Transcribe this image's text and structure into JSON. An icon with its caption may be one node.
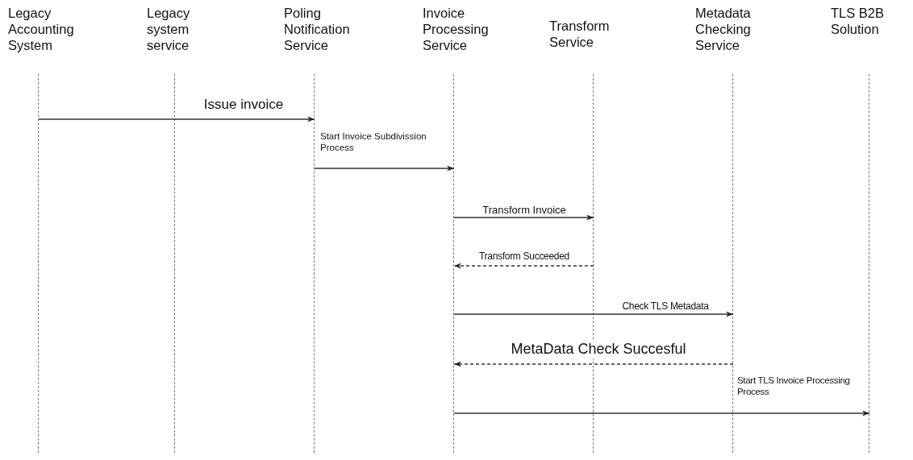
{
  "diagram": {
    "nodes": [
      {
        "text": [
          "Legacy Accounting System"
        ]
      },
      {
        "text": [
          "Legacy system service"
        ]
      },
      {
        "text": [
          "Poling Notification Service"
        ]
      },
      {
        "text": [
          "Invoice Processing Service"
        ]
      },
      {
        "text": [
          "Transform Service"
        ]
      },
      {
        "text": [
          "Metadata Checking Service"
        ]
      },
      {
        "text": [
          "TLS B2B Solution"
        ]
      }
    ],
    "edges": [
      {
        "from": 0,
        "to": 2,
        "arrow": "to",
        "label": "Issue invoice"
      },
      {
        "from": 2,
        "to": 3,
        "arrow": "to",
        "label": "Start Invoice Subdivission Process"
      },
      {
        "from": 3,
        "to": 4,
        "arrow": "to",
        "label": "Transform Invoice"
      },
      {
        "from": 4,
        "to": 3,
        "arrow": "to",
        "label": "Transform Succeeded",
        "style": "dashed"
      },
      {
        "from": 3,
        "to": 5,
        "arrow": "to",
        "label": "Check TLS Metadata"
      },
      {
        "from": 5,
        "to": 3,
        "arrow": "to",
        "label": "MetaData Check Succesful",
        "style": "dashed"
      },
      {
        "from": 3,
        "to": 6,
        "arrow": "to",
        "label": "Start TLS Invoice Processing Process"
      }
    ]
  }
}
